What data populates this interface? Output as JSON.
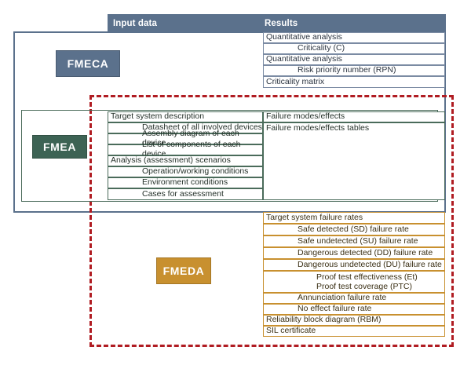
{
  "header": {
    "input_label": "Input data",
    "results_label": "Results"
  },
  "colors": {
    "fmeca": "#5b718c",
    "fmea": "#3d6354",
    "fmeda": "#c8902f",
    "dashed_group": "#b01c22",
    "header_bar": "#5b718c"
  },
  "methods": {
    "fmeca": {
      "label": "FMECA"
    },
    "fmea": {
      "label": "FMEA"
    },
    "fmeda": {
      "label": "FMEDA"
    }
  },
  "fmeca": {
    "input_data": [],
    "results": [
      {
        "text": "Quantitative analysis",
        "indent": 0
      },
      {
        "text": "Criticality (C)",
        "indent": 1
      },
      {
        "text": "Quantitative analysis",
        "indent": 0
      },
      {
        "text": "Risk priority number (RPN)",
        "indent": 1
      },
      {
        "text": "Criticality matrix",
        "indent": 0
      }
    ]
  },
  "fmea": {
    "input_data": [
      {
        "text": "Target system description",
        "indent": 0
      },
      {
        "text": "Datasheet of all involved devices",
        "indent": 1
      },
      {
        "text": "Assembly diagram of each device",
        "indent": 1
      },
      {
        "text": "List of components of each device",
        "indent": 1
      },
      {
        "text": "Analysis (assessment) scenarios",
        "indent": 0
      },
      {
        "text": "Operation/working conditions",
        "indent": 1
      },
      {
        "text": "Environment conditions",
        "indent": 1
      },
      {
        "text": "Cases for assessment",
        "indent": 1
      }
    ],
    "results": [
      {
        "text": "Failure modes/effects",
        "indent": 0
      },
      {
        "text": "Failure modes/effects tables",
        "indent": 0
      }
    ]
  },
  "fmeda": {
    "input_data": [],
    "results": [
      {
        "text": "Target system failure rates",
        "indent": 0
      },
      {
        "text": "Safe detected (SD) failure rate",
        "indent": 1
      },
      {
        "text": "Safe undetected (SU) failure rate",
        "indent": 1
      },
      {
        "text": "Dangerous detected (DD) failure rate",
        "indent": 1
      },
      {
        "text": "Dangerous undetected (DU) failure rate",
        "indent": 1
      },
      {
        "text": "Proof test effectiveness (Et)\nProof test coverage (PTC)",
        "indent": 2
      },
      {
        "text": "Annunciation failure rate",
        "indent": 1
      },
      {
        "text": "No effect failure rate",
        "indent": 1
      },
      {
        "text": "Reliability block diagram (RBM)",
        "indent": 0
      },
      {
        "text": "SIL certificate",
        "indent": 0
      }
    ]
  }
}
